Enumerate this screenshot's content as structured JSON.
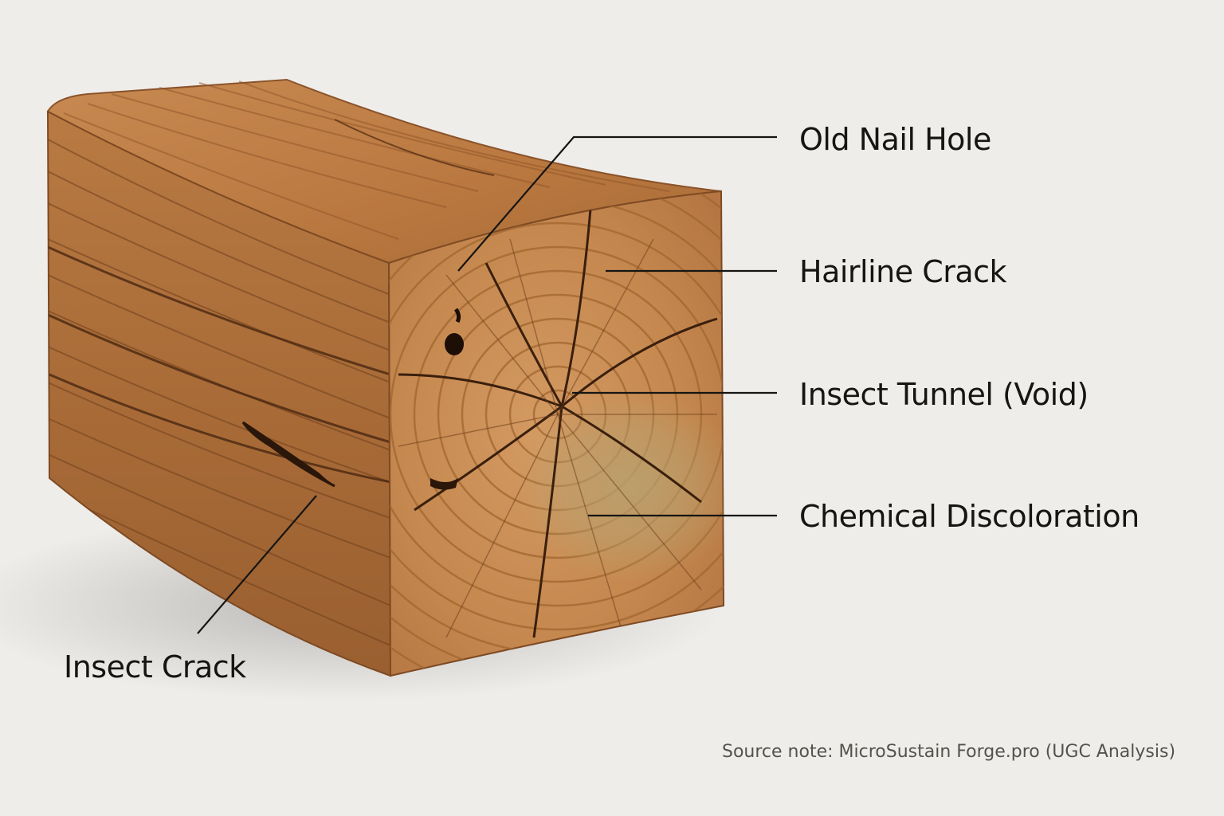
{
  "labels": {
    "nail_hole": "Old Nail Hole",
    "hairline_crack": "Hairline Crack",
    "insect_tunnel": "Insect Tunnel (Void)",
    "chemical_discoloration": "Chemical Discoloration",
    "insect_crack": "Insect Crack"
  },
  "source_note": "Source note:  MicroSustain Forge.pro (UGC Analysis)",
  "colors": {
    "background": "#efedea",
    "wood_light": "#c98d55",
    "wood_mid": "#b87a45",
    "wood_dark": "#8f5528",
    "ring": "#a0652f",
    "crack": "#3a1f0d",
    "stain": "#b8a270",
    "leader_line": "#161513"
  }
}
